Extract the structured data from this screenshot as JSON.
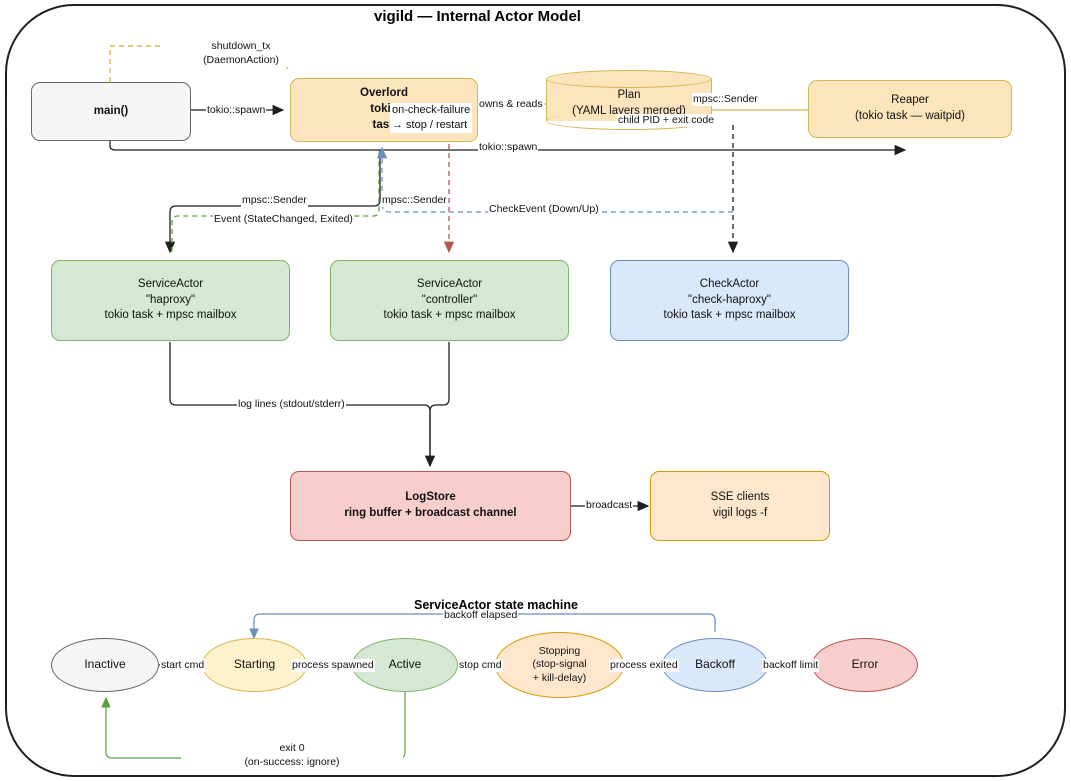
{
  "diagram": {
    "title": "vigild — Internal Actor Model",
    "subtitle": "ServiceActor state machine",
    "colors": {
      "amber_fill": "#fce5bd",
      "amber_stroke": "#d6b656",
      "green_fill": "#d5e8d4",
      "green_stroke": "#82b366",
      "blue_fill": "#dae8fc",
      "blue_stroke": "#6c8ebf",
      "red_fill": "#f8cecc",
      "red_stroke": "#b85450",
      "orange_fill": "#ffe6cc",
      "orange_stroke": "#d79b00",
      "gray_fill": "#f5f5f5",
      "gray_stroke": "#666666",
      "edge_black": "#1f1f1f",
      "edge_amber": "#d6b656",
      "edge_green": "#5a9e3f",
      "edge_blue": "#6c8ebf",
      "edge_red": "#b85450"
    }
  },
  "nodes": {
    "main": {
      "l1": "main()"
    },
    "overlord": {
      "l1": "Overlord",
      "l2": "tokio",
      "l3": "task"
    },
    "overlord_note": {
      "l1": "on-check-failure",
      "l2": "→ stop / restart"
    },
    "plan": {
      "l1": "Plan",
      "l2": "(YAML layers merged)"
    },
    "reaper": {
      "l1": "Reaper",
      "l2": "(tokio task — waitpid)"
    },
    "service_haproxy": {
      "l1": "ServiceActor",
      "l2": "\"haproxy\"",
      "l3": "tokio task + mpsc mailbox"
    },
    "service_controller": {
      "l1": "ServiceActor",
      "l2": "\"controller\"",
      "l3": "tokio task + mpsc mailbox"
    },
    "check_actor": {
      "l1": "CheckActor",
      "l2": "\"check-haproxy\"",
      "l3": "tokio task + mpsc mailbox"
    },
    "logstore": {
      "l1": "LogStore",
      "l2": "ring buffer + broadcast channel"
    },
    "sse_clients": {
      "l1": "SSE clients",
      "l2": "vigil logs -f"
    }
  },
  "edge_labels": {
    "shutdown_tx": {
      "l1": "shutdown_tx",
      "l2": "(DaemonAction)"
    },
    "tokio_spawn_main": "tokio::spawn",
    "owns_and_reads": "owns & reads",
    "mpsc_sender_reaper": "mpsc::Sender",
    "child_pid_exit_code": "child PID + exit code",
    "tokio_spawn_reaper": "tokio::spawn",
    "mpsc_sender_left": "mpsc::Sender",
    "mpsc_sender_right": "mpsc::Sender",
    "event_statechanged": "Event (StateChanged, Exited)",
    "check_event": "CheckEvent (Down/Up)",
    "log_lines": "log lines (stdout/stderr)",
    "broadcast": "broadcast"
  },
  "state_machine": {
    "title": "ServiceActor state machine",
    "states": [
      {
        "id": "inactive",
        "label": "Inactive",
        "sub1": "",
        "sub2": "",
        "color": "gray"
      },
      {
        "id": "starting",
        "label": "Starting",
        "sub1": "",
        "sub2": "",
        "color": "amber"
      },
      {
        "id": "active",
        "label": "Active",
        "sub1": "",
        "sub2": "",
        "color": "green"
      },
      {
        "id": "stopping",
        "label": "Stopping",
        "sub1": "(stop-signal",
        "sub2": "+ kill-delay)",
        "color": "orange"
      },
      {
        "id": "backoff",
        "label": "Backoff",
        "sub1": "",
        "sub2": "",
        "color": "blue"
      },
      {
        "id": "error",
        "label": "Error",
        "sub1": "",
        "sub2": "",
        "color": "red"
      }
    ],
    "transitions": [
      {
        "id": "start-cmd",
        "label": "start cmd"
      },
      {
        "id": "process-spawned",
        "label": "process spawned"
      },
      {
        "id": "stop-cmd",
        "label": "stop cmd"
      },
      {
        "id": "process-exited",
        "label": "process exited"
      },
      {
        "id": "backoff-limit",
        "label": "backoff limit"
      },
      {
        "id": "backoff-elapsed",
        "label": "backoff elapsed"
      },
      {
        "id": "exit-zero",
        "l1": "exit 0",
        "l2": "(on-success: ignore)"
      }
    ]
  }
}
